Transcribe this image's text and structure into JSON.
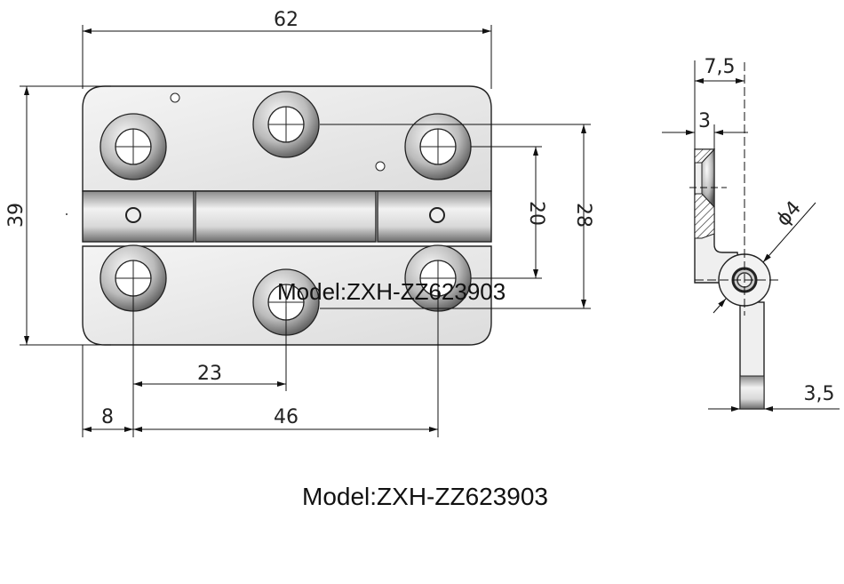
{
  "dimensions": {
    "width_62": "62",
    "height_39": "39",
    "hole_spacing_20": "20",
    "hole_spacing_28": "28",
    "offset_23": "23",
    "edge_8": "8",
    "hole_pitch_46": "46",
    "thickness_7_5": "7,5",
    "plate_3": "3",
    "leaf_3_5": "3,5",
    "pin_diameter": "ϕ4"
  },
  "watermark": "Model:ZXH-ZZ623903",
  "caption": "Model:ZXH-ZZ623903"
}
